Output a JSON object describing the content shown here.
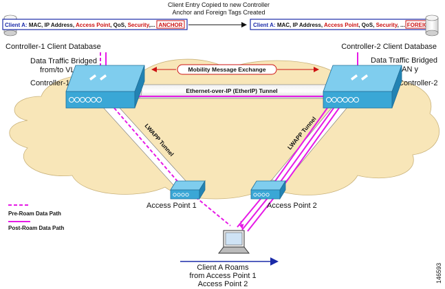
{
  "header_note": {
    "line1": "Client Entry Copied to new Controller",
    "line2": "Anchor and Foreign Tags Created"
  },
  "controller1": {
    "label": "Controller-1",
    "db_label": "Controller-1 Client Database",
    "traffic_line1": "Data Traffic Bridged",
    "traffic_line2": "from/to VLAN x",
    "entry": {
      "client": "Client A:",
      "fields_black1": " MAC, IP Address, ",
      "fields_red1": "Access Point",
      "fields_black2": ", QoS, ",
      "fields_red2": "Security",
      "fields_black3": ",...",
      "tag": "ANCHOR"
    }
  },
  "controller2": {
    "label": "Controller-2",
    "db_label": "Controller-2 Client Database",
    "traffic_line1": "Data Traffic Bridged",
    "traffic_line2": "from/to VLAN y",
    "entry": {
      "client": "Client A:",
      "fields_black1": " MAC, IP Address, ",
      "fields_red1": "Access Point",
      "fields_black2": ", QoS, ",
      "fields_red2": "Security",
      "fields_black3": ", ...",
      "tag": "FOREIGN"
    }
  },
  "mobility_label": "Mobility Message Exchange",
  "ethernet_tunnel_label": "Ethernet-over-IP (EtherIP) Tunnel",
  "lwapp_tunnel_label": "LWAPP Tunnel",
  "ap1_label": "Access Point 1",
  "ap2_label": "Access Point 2",
  "legend": {
    "pre_roam": "Pre-Roam Data Path",
    "post_roam": "Post-Roam Data Path"
  },
  "roam_text": {
    "line1": "Client A Roams",
    "line2": "from Access Point 1",
    "line3": "Access Point 2"
  },
  "figure_id": "146593",
  "colors": {
    "path_magenta": "#e619e6",
    "entry_border": "#1a2aa8",
    "tag_red": "#cc1111",
    "cloud_fill": "#f8e6b8",
    "device_blue": "#3aa7d6",
    "roam_arrow": "#1a2aa8"
  }
}
